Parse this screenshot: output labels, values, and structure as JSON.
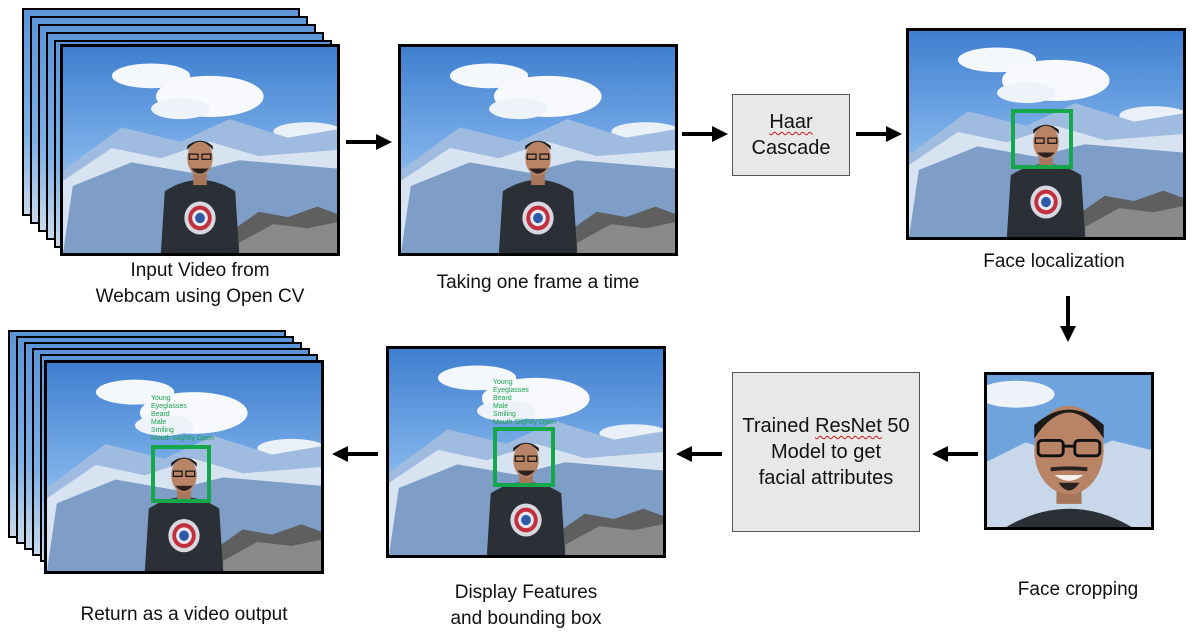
{
  "steps": {
    "input": {
      "caption_line1": "Input Video from",
      "caption_line2": "Webcam using Open CV"
    },
    "frame": {
      "caption": "Taking one frame a time"
    },
    "haar": {
      "line1": "Haar",
      "line2": "Cascade"
    },
    "localize": {
      "caption": "Face localization"
    },
    "crop": {
      "caption": "Face cropping"
    },
    "resnet": {
      "line1_a": "Trained ",
      "line1_b": "ResNet",
      "line1_c": " 50",
      "line2": "Model to get",
      "line3": "facial attributes"
    },
    "display": {
      "caption_line1": "Display Features",
      "caption_line2": "and bounding box",
      "attributes": [
        "Young",
        "Eyeglasses",
        "Beard",
        "Male",
        "Smiling",
        "Mouth Slightly Open"
      ]
    },
    "output": {
      "caption": "Return as a video output"
    }
  },
  "colors": {
    "bbox": "#15a84a",
    "box_fill": "#e8e8e8",
    "arrow": "#000000",
    "spell_underline": "#d01818"
  }
}
